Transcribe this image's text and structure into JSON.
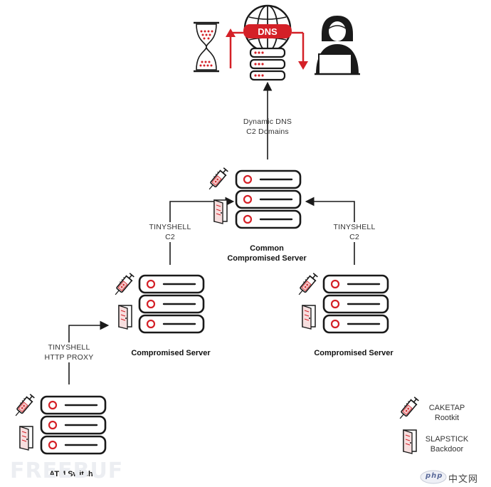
{
  "dns": {
    "badge": "DNS",
    "link_label": [
      "Dynamic DNS",
      "C2 Domains"
    ]
  },
  "common_server": {
    "caption": [
      "Common",
      "Compromised Server"
    ]
  },
  "left_link": [
    "TINYSHELL",
    "C2"
  ],
  "right_link": [
    "TINYSHELL",
    "C2"
  ],
  "left_server": {
    "caption": "Compromised Server"
  },
  "right_server": {
    "caption": "Compromised Server"
  },
  "atm_link": [
    "TINYSHELL",
    "HTTP PROXY"
  ],
  "atm": {
    "caption": "ATM Switch"
  },
  "legend": [
    {
      "icon": "syringe-icon",
      "lines": [
        "CAKETAP",
        "Rootkit"
      ]
    },
    {
      "icon": "door-icon",
      "lines": [
        "SLAPSTICK",
        "Backdoor"
      ]
    }
  ],
  "watermark": {
    "left": "FREEBUF",
    "right": "中文网",
    "badge": "php"
  },
  "colors": {
    "accent": "#d42027",
    "ink": "#1a1a1a"
  }
}
